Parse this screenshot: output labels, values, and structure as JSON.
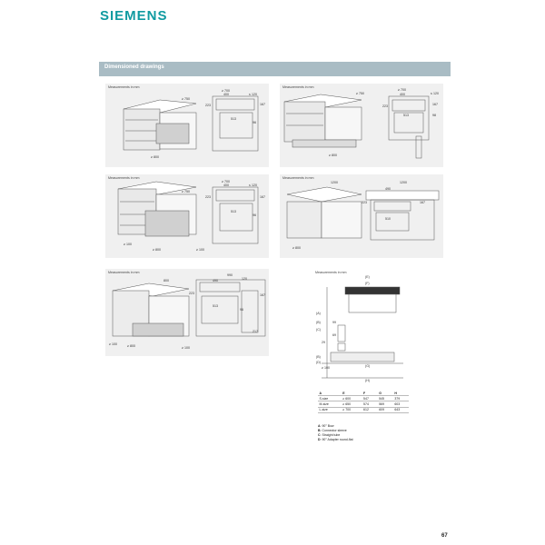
{
  "brand": "SIEMENS",
  "section_title": "Dimensioned drawings",
  "panels": [
    {
      "label": "Measurements in mm",
      "dims": [
        "≥ 700",
        "400",
        "≤ 120",
        "223",
        "167",
        "513",
        "96",
        "≥ 800",
        "≥ 750"
      ]
    },
    {
      "label": "Measurements in mm",
      "dims": [
        "≥ 700",
        "400",
        "≤ 120",
        "≥ 750",
        "223",
        "167",
        "513",
        "98",
        "≥ 800"
      ]
    },
    {
      "label": "Measurements in mm",
      "dims": [
        "≥ 700",
        "400",
        "≤ 120",
        "≥ 750",
        "223",
        "167",
        "513",
        "96",
        "≥ 100",
        "≥ 800",
        "≥ 100"
      ]
    },
    {
      "label": "Measurements in mm",
      "dims": [
        "1200",
        "1200",
        "490",
        "223",
        "167",
        "510",
        "≥ 800"
      ]
    },
    {
      "label": "Measurements in mm",
      "dims": [
        "800",
        "990",
        "120",
        "490",
        "223",
        "167",
        "513",
        "96",
        "≥ 100",
        "≥ 800",
        "≥ 100",
        "217"
      ]
    },
    {
      "label": "Measurements in mm",
      "dims": [
        "(E)",
        "(F)",
        "(A)",
        "(B)",
        "99",
        "(C)",
        "69",
        "29",
        "(B)",
        "(D)",
        "≥ 100",
        "(G)",
        "(H)"
      ]
    }
  ],
  "spec_table": {
    "headers": [
      "A",
      "E",
      "F",
      "G",
      "H"
    ],
    "rows": [
      [
        "S-size",
        "≥ 600",
        "547",
        "545",
        "379"
      ],
      [
        "M-size",
        "≥ 650",
        "574",
        "569",
        "603"
      ],
      [
        "L-size",
        "≥ 700",
        "612",
        "609",
        "643"
      ]
    ]
  },
  "legend": [
    {
      "key": "A",
      "text": ": 90° Bow"
    },
    {
      "key": "B",
      "text": ": Connector sleeve"
    },
    {
      "key": "C",
      "text": ": Straight tube"
    },
    {
      "key": "D",
      "text": ": 90° Adapter round-flat"
    }
  ],
  "page_number": "67"
}
